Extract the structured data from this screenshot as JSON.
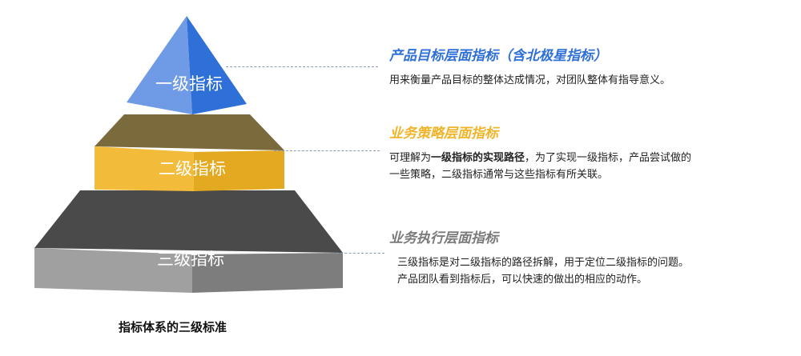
{
  "pyramid": {
    "level1_label": "一级指标",
    "level2_label": "二级指标",
    "level3_label": "三级指标"
  },
  "levels": [
    {
      "title": "产品目标层面指标（含北极星指标）",
      "desc": "用来衡量产品目标的整体达成情况，对团队整体有指导意义。"
    },
    {
      "title": "业务策略层面指标",
      "desc_line1_pre": "可理解为",
      "desc_line1_bold": "一级指标的实现路径",
      "desc_line1_post": "，为了实现一级指标，产品尝试做的",
      "desc_line2": "一些策略，二级指标通常与这些指标有所关联。"
    },
    {
      "title": "业务执行层面指标",
      "desc_line1": "三级指标是对二级指标的路径拆解，用于定位二级指标的问题。",
      "desc_line2": "产品团队看到指标后，可以快速的做出的相应的动作。"
    }
  ],
  "caption": "指标体系的三级标准",
  "colors": {
    "level1_front": "#6f9be6",
    "level1_side": "#2f6fd8",
    "level2_top": "#7a6a3c",
    "level2_front": "#f2bc3a",
    "level2_side": "#e6ad22",
    "level3_top": "#4a4a4a",
    "level3_front": "#9b9b9b",
    "level3_side": "#7d7d7d",
    "title1": "#2f6fd8",
    "title2": "#f0b429",
    "title3": "#7a7a7a"
  }
}
